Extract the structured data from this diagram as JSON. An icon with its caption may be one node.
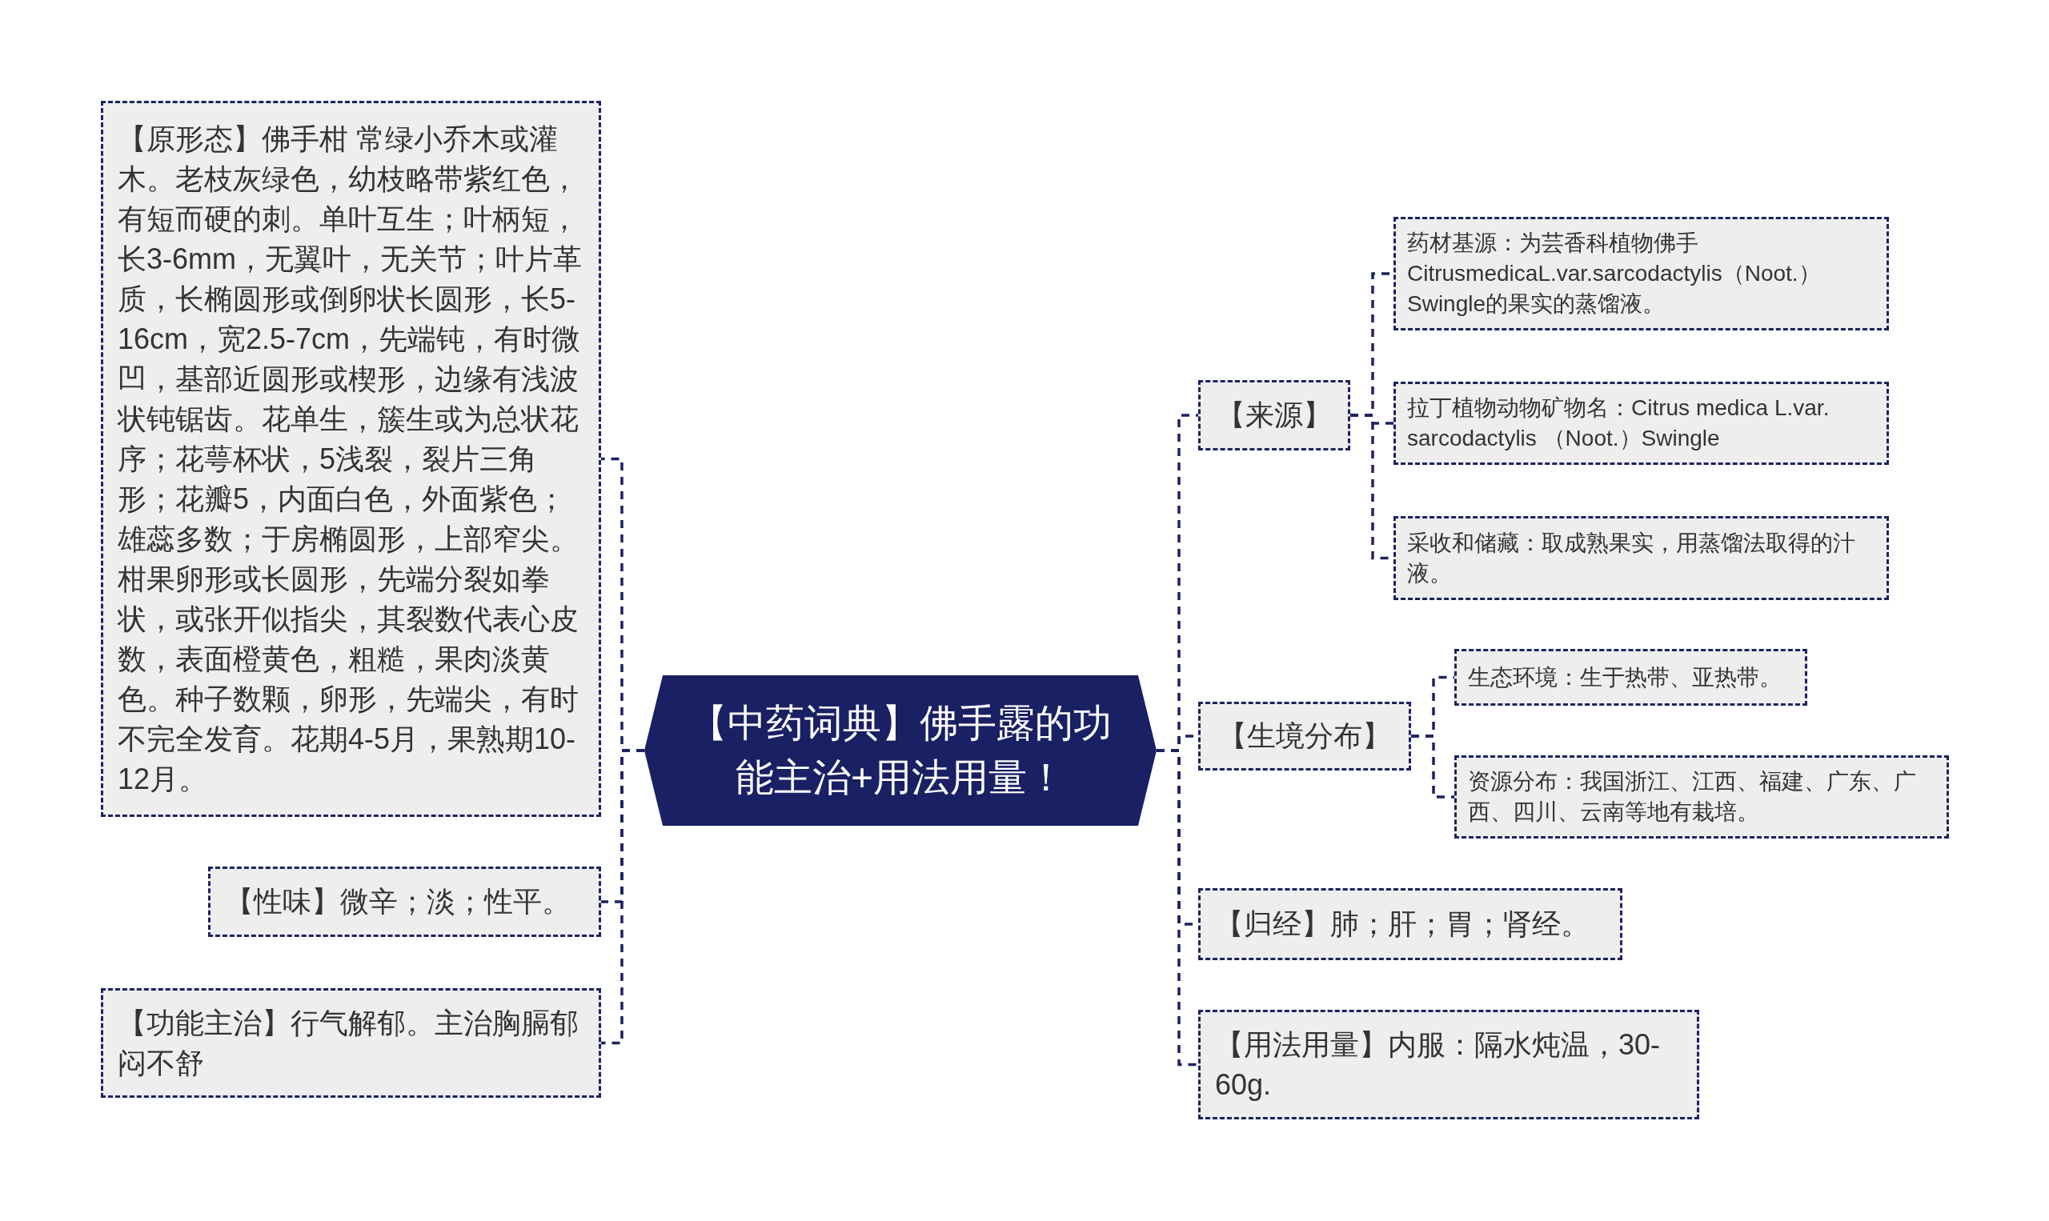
{
  "diagram": {
    "nodes": [
      {
        "text": [
          "【中药词典】佛手露的功能主治+用法用量！"
        ]
      },
      {
        "text": [
          "【原形态】佛手柑 常绿小乔木或灌木。老枝灰绿色，幼枝略带紫红色，有短而硬的刺。单叶互生；叶柄短，长3-6mm，无翼叶，无关节；叶片革质，长椭圆形或倒卵状长圆形，长5-16cm，宽2.5-7cm，先端钝，有时微凹，基部近圆形或楔形，边缘有浅波状钝锯齿。花单生，簇生或为总状花序；花萼杯状，5浅裂，裂片三角形；花瓣5，内面白色，外面紫色；雄蕊多数；于房椭圆形，上部窄尖。柑果卵形或长圆形，先端分裂如拳状，或张开似指尖，其裂数代表心皮数，表面橙黄色，粗糙，果肉淡黄色。种子数颗，卵形，先端尖，有时不完全发育。花期4-5月，果熟期10-12月。"
        ]
      },
      {
        "text": [
          "【性味】微辛；淡；性平。"
        ]
      },
      {
        "text": [
          "【功能主治】行气解郁。主治胸膈郁闷不舒"
        ]
      },
      {
        "text": [
          "【来源】"
        ]
      },
      {
        "text": [
          "药材基源：为芸香科植物佛手CitrusmedicaL.var.sarcodactylis（Noot.）Swingle的果实的蒸馏液。"
        ]
      },
      {
        "text": [
          "拉丁植物动物矿物名：Citrus medica L.var. sarcodactylis （Noot.）Swingle"
        ]
      },
      {
        "text": [
          "采收和储藏：取成熟果实，用蒸馏法取得的汁液。"
        ]
      },
      {
        "text": [
          "【生境分布】"
        ]
      },
      {
        "text": [
          "生态环境：生于热带、亚热带。"
        ]
      },
      {
        "text": [
          "资源分布：我国浙江、江西、福建、广东、广西、四川、云南等地有栽培。"
        ]
      },
      {
        "text": [
          "【归经】肺；肝；胃；肾经。"
        ]
      },
      {
        "text": [
          "【用法用量】内服：隔水炖温，30-60g."
        ]
      }
    ],
    "edges": [
      {
        "from": 0,
        "to": 1,
        "arrow": "none",
        "style": "dashed"
      },
      {
        "from": 0,
        "to": 2,
        "arrow": "none",
        "style": "dashed"
      },
      {
        "from": 0,
        "to": 3,
        "arrow": "none",
        "style": "dashed"
      },
      {
        "from": 0,
        "to": 4,
        "arrow": "none",
        "style": "dashed"
      },
      {
        "from": 4,
        "to": 5,
        "arrow": "none",
        "style": "dashed"
      },
      {
        "from": 4,
        "to": 6,
        "arrow": "none",
        "style": "dashed"
      },
      {
        "from": 4,
        "to": 7,
        "arrow": "none",
        "style": "dashed"
      },
      {
        "from": 0,
        "to": 8,
        "arrow": "none",
        "style": "dashed"
      },
      {
        "from": 8,
        "to": 9,
        "arrow": "none",
        "style": "dashed"
      },
      {
        "from": 8,
        "to": 10,
        "arrow": "none",
        "style": "dashed"
      },
      {
        "from": 0,
        "to": 11,
        "arrow": "none",
        "style": "dashed"
      },
      {
        "from": 0,
        "to": 12,
        "arrow": "none",
        "style": "dashed"
      }
    ]
  }
}
